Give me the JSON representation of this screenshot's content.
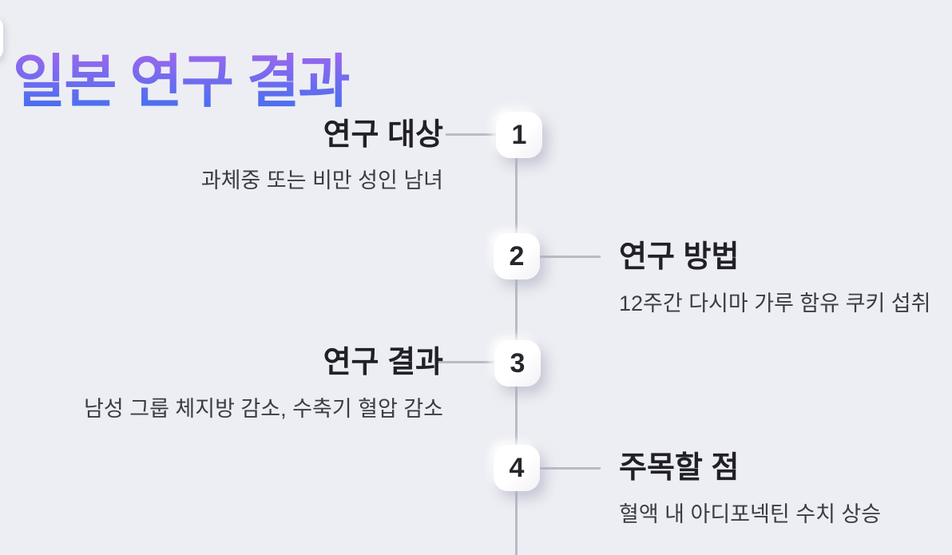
{
  "page": {
    "title": "일본 연구 결과",
    "background_color": "#edeef3",
    "title_gradient_top": "#9d67ee",
    "title_gradient_bottom": "#3e70f0",
    "timeline_line_color": "#babac6"
  },
  "timeline": {
    "steps": [
      {
        "number": "1",
        "side": "left",
        "title": "연구 대상",
        "description": "과체중 또는 비만 성인 남녀"
      },
      {
        "number": "2",
        "side": "right",
        "title": "연구 방법",
        "description": "12주간 다시마 가루 함유 쿠키 섭취"
      },
      {
        "number": "3",
        "side": "left",
        "title": "연구 결과",
        "description": "남성 그룹 체지방 감소, 수축기 혈압 감소"
      },
      {
        "number": "4",
        "side": "right",
        "title": "주목할 점",
        "description": "혈액 내 아디포넥틴 수치 상승"
      }
    ]
  }
}
